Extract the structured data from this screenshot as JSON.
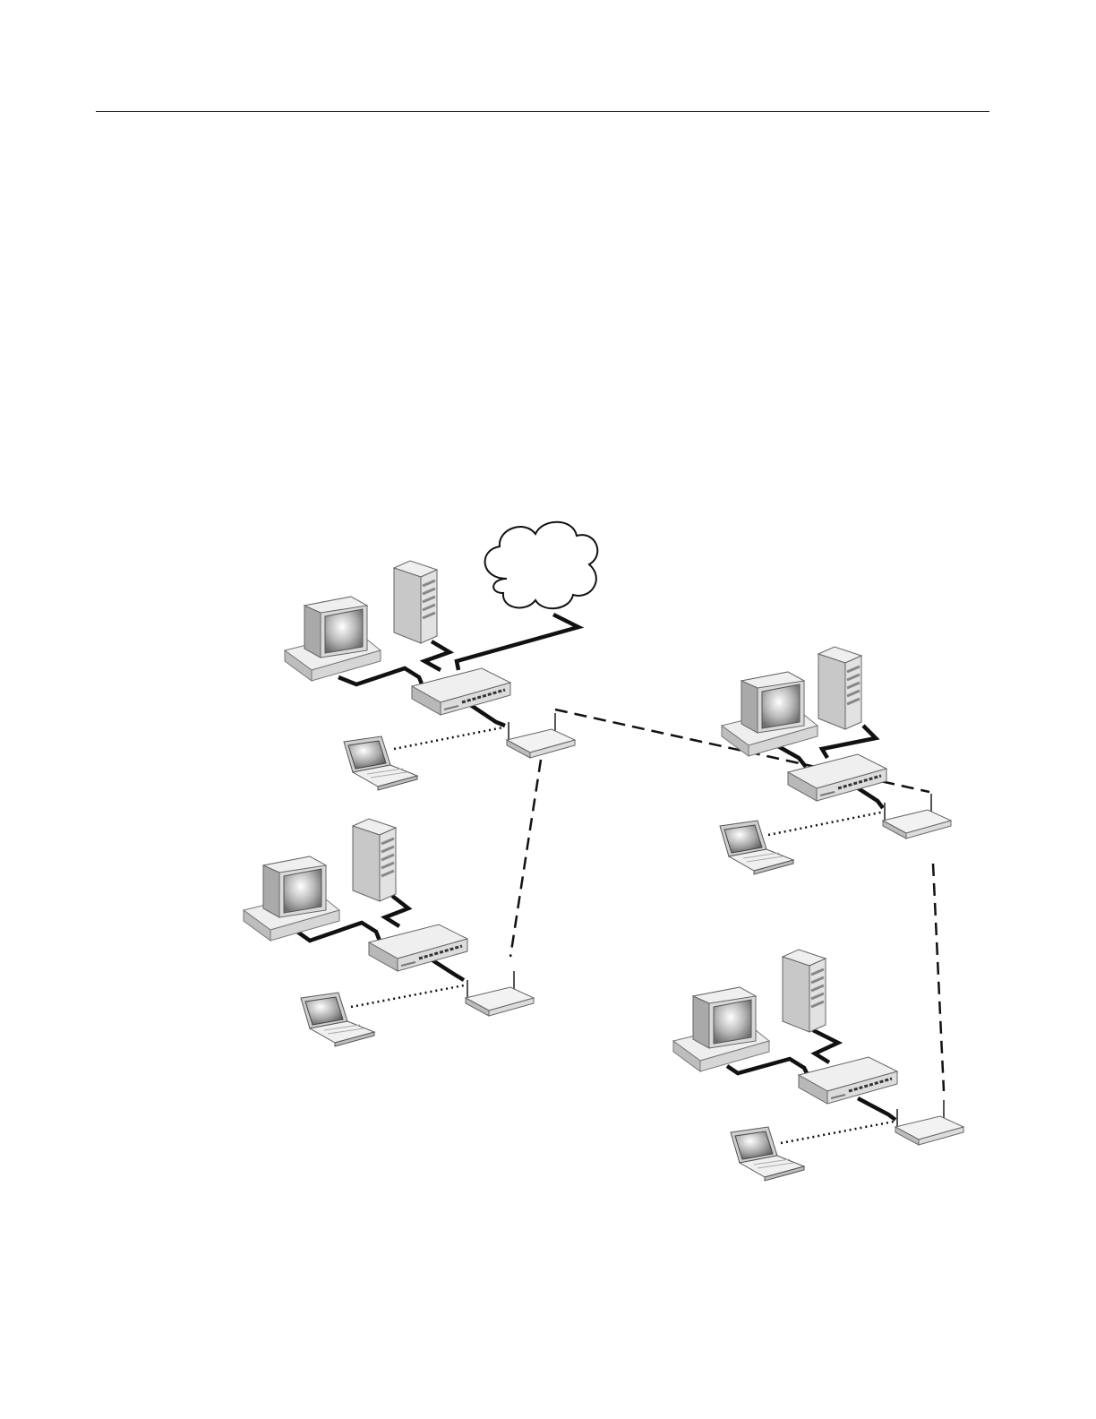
{
  "page": {
    "header_rule": true
  },
  "diagram": {
    "type": "network-topology",
    "sites": [
      {
        "id": "site-a",
        "devices": [
          "desktop-computer-icon",
          "server-tower-icon",
          "network-switch-icon",
          "wireless-access-point-icon",
          "laptop-icon"
        ],
        "internet_uplink": true
      },
      {
        "id": "site-b",
        "devices": [
          "desktop-computer-icon",
          "server-tower-icon",
          "network-switch-icon",
          "wireless-access-point-icon",
          "laptop-icon"
        ],
        "internet_uplink": false
      },
      {
        "id": "site-c",
        "devices": [
          "desktop-computer-icon",
          "server-tower-icon",
          "network-switch-icon",
          "wireless-access-point-icon",
          "laptop-icon"
        ],
        "internet_uplink": false
      },
      {
        "id": "site-d",
        "devices": [
          "desktop-computer-icon",
          "server-tower-icon",
          "network-switch-icon",
          "wireless-access-point-icon",
          "laptop-icon"
        ],
        "internet_uplink": false
      }
    ],
    "cloud": "internet-cloud-icon",
    "links": {
      "wired": "solid-thick",
      "wireless_client": "dotted",
      "wireless_bridge": "dashed"
    },
    "bridges": [
      [
        "site-a",
        "site-b"
      ],
      [
        "site-a",
        "site-c"
      ],
      [
        "site-c",
        "site-d"
      ]
    ],
    "colors": {
      "line": "#111111",
      "device_light": "#eeeeee",
      "device_mid": "#cfcfcf",
      "device_dark": "#9a9a9a",
      "screen": "#d8d8d8"
    }
  }
}
